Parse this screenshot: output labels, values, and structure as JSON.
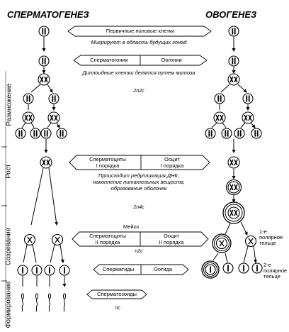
{
  "titles": {
    "left": "СПЕРМАТОГЕНЕЗ",
    "right": "ОВОГЕНЕЗ"
  },
  "stages": {
    "reproduction": "Размножение",
    "growth": "Рост",
    "maturation": "Созревание",
    "formation": "Формирование"
  },
  "boxes": {
    "primary_germ": "Первичные половые клетки",
    "spermatogonia": "Сперматогонии",
    "oogonia": "Оогонии",
    "spermatocytes_1_l1": "Сперматоциты",
    "spermatocytes_1_l2": "I порядка",
    "oocyte_1_l1": "Ооцит",
    "oocyte_1_l2": "I порядка",
    "meiosis": "Мейоз",
    "spermatocytes_2_l1": "Сперматоциты",
    "spermatocytes_2_l2": "II порядка",
    "oocyte_2_l1": "Ооцит",
    "oocyte_2_l2": "II порядка",
    "spermatids": "Сперматиды",
    "ootid": "Оотида",
    "spermatozoa": "Сперматозоиды"
  },
  "notes": {
    "migrate": "Мигрируют в область будущих гонад",
    "mitosis": "Диплоидные клетки делятся путем митоза",
    "growth_l1": "Происходит редупликация ДНК,",
    "growth_l2": "накопление питательных веществ,",
    "growth_l3": "образование оболочек"
  },
  "chromosome_sets": {
    "reproduction": "2n2c",
    "growth": "2n4c",
    "maturation": "n2c",
    "formation": "nc"
  },
  "polar_bodies": {
    "first_l1": "1-е",
    "first_l2": "полярное",
    "first_l3": "тельце",
    "second_l1": "2-е",
    "second_l2": "полярное",
    "second_l3": "тельце"
  }
}
